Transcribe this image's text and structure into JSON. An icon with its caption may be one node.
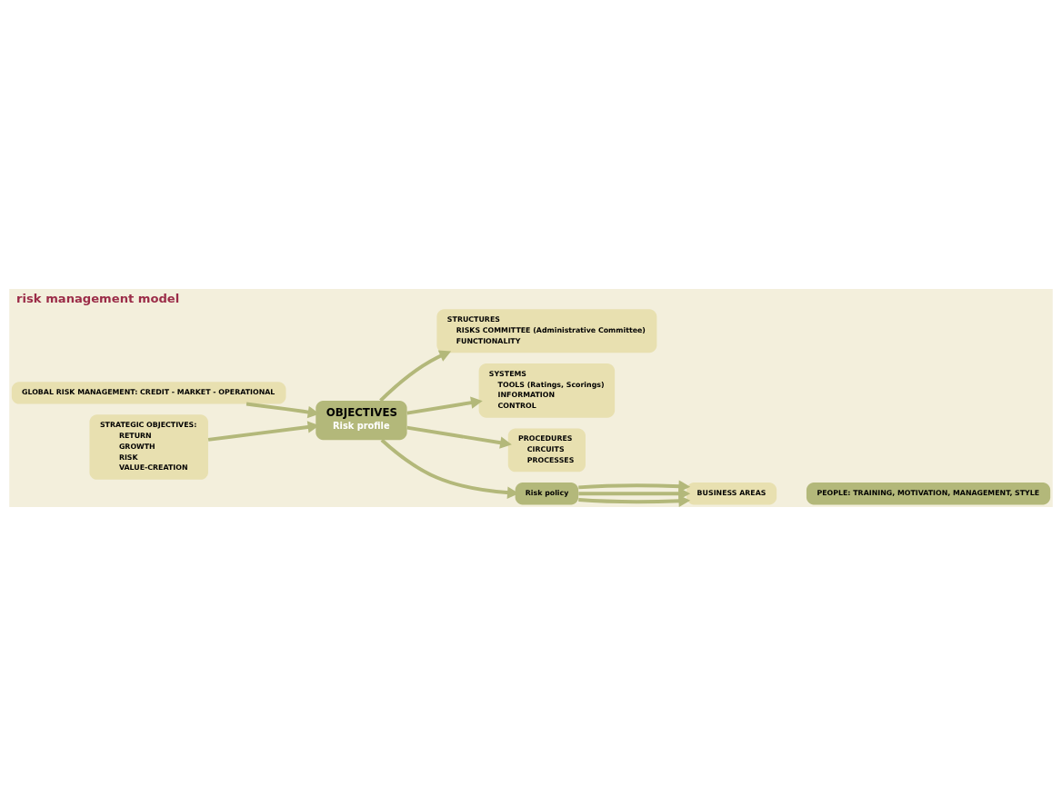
{
  "diagram": {
    "title": "risk management model",
    "nodes": [
      {
        "text": [
          "GLOBAL RISK MANAGEMENT: CREDIT - MARKET - OPERATIONAL"
        ]
      },
      {
        "text": [
          "STRUCTURES",
          "RISKS COMMITTEE (Administrative Committee)",
          "FUNCTIONALITY"
        ]
      },
      {
        "text": [
          "STRATEGIC OBJECTIVES:",
          "RETURN",
          "GROWTH",
          "RISK",
          "VALUE-CREATION"
        ]
      },
      {
        "text": [
          "OBJECTIVES",
          "Risk profile"
        ]
      },
      {
        "text": [
          "SYSTEMS",
          "TOOLS (Ratings, Scorings)",
          "INFORMATION",
          "CONTROL"
        ]
      },
      {
        "text": [
          "PROCEDURES",
          "CIRCUITS",
          "PROCESSES"
        ]
      },
      {
        "text": [
          "Risk policy"
        ]
      },
      {
        "text": [
          "BUSINESS AREAS"
        ]
      },
      {
        "text": [
          "PEOPLE: TRAINING, MOTIVATION, MANAGEMENT, STYLE"
        ]
      }
    ],
    "edges": [
      {
        "from": 0,
        "to": 3,
        "arrow": "to"
      },
      {
        "from": 2,
        "to": 3,
        "arrow": "to"
      },
      {
        "from": 3,
        "to": 1,
        "arrow": "to"
      },
      {
        "from": 3,
        "to": 4,
        "arrow": "to"
      },
      {
        "from": 3,
        "to": 5,
        "arrow": "to"
      },
      {
        "from": 3,
        "to": 6,
        "arrow": "to"
      },
      {
        "from": 6,
        "to": 7,
        "arrow": "to"
      },
      {
        "from": 6,
        "to": 7,
        "arrow": "to"
      },
      {
        "from": 6,
        "to": 7,
        "arrow": "to"
      }
    ]
  }
}
